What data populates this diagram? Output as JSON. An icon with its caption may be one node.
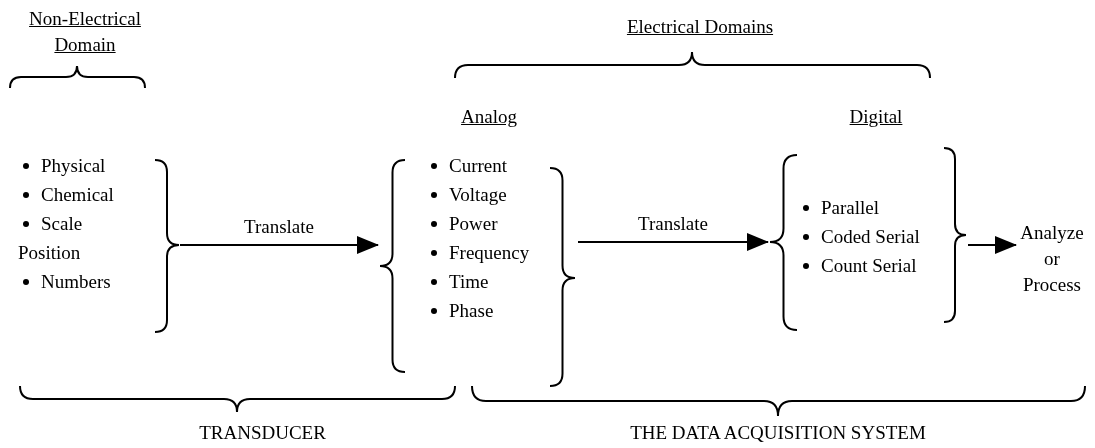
{
  "diagram": {
    "nodes": [
      {
        "text": [
          "Physical",
          "Chemical",
          "Scale Position",
          "Numbers"
        ]
      },
      {
        "text": [
          "Analog",
          "Current",
          "Voltage",
          "Power",
          "Frequency",
          "Time",
          "Phase"
        ]
      },
      {
        "text": [
          "Digital",
          "Parallel",
          "Coded Serial",
          "Count Serial"
        ]
      },
      {
        "text": [
          "Analyze or Process"
        ]
      }
    ],
    "edges": [
      {
        "from": 0,
        "to": 1,
        "arrow": "to",
        "label": "Translate"
      },
      {
        "from": 1,
        "to": 2,
        "arrow": "to",
        "label": "Translate"
      },
      {
        "from": 2,
        "to": 3,
        "arrow": "to"
      }
    ],
    "labels": [
      "Non-Electrical Domain",
      "Electrical Domains",
      "TRANSDUCER",
      "THE DATA ACQUISITION SYSTEM"
    ]
  }
}
